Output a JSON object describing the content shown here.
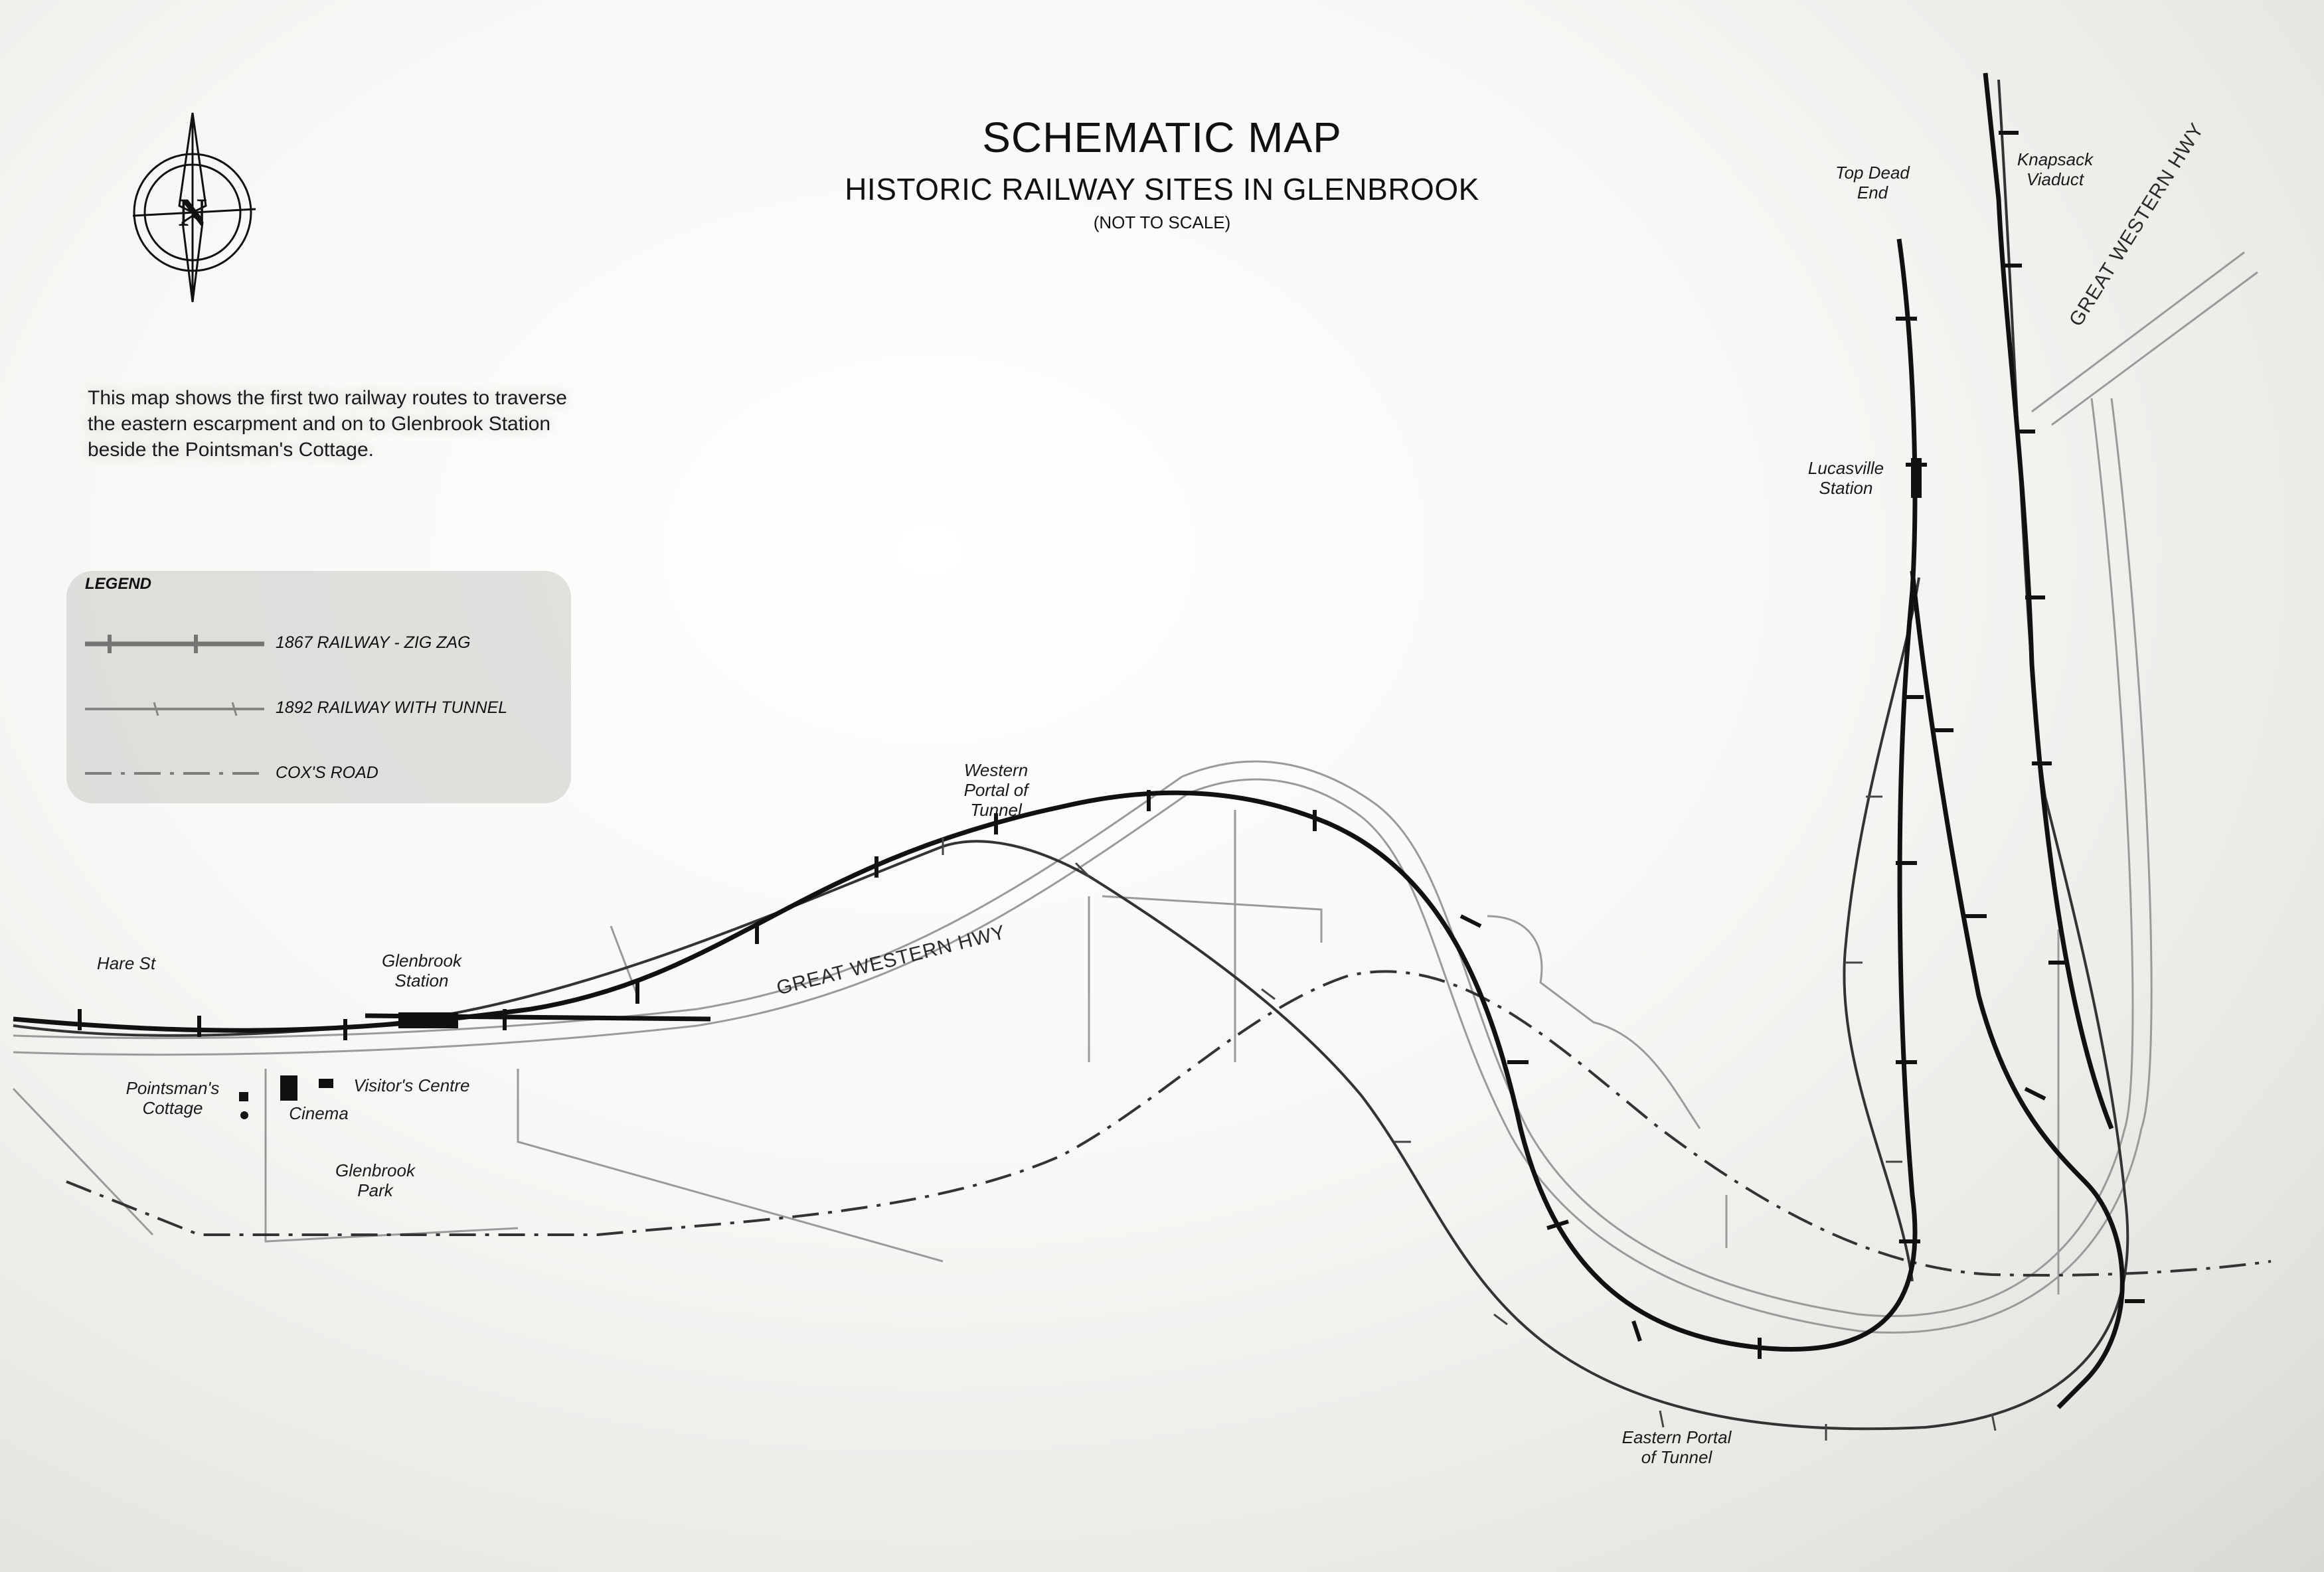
{
  "title": "SCHEMATIC MAP",
  "subtitle": "HISTORIC RAILWAY SITES IN GLENBROOK",
  "scale_note": "(NOT TO SCALE)",
  "compass_letter": "N",
  "description": "This map shows the first two railway routes to traverse the eastern escarpment and on to Glenbrook Station beside the Pointsman's Cottage.",
  "legend": {
    "title": "LEGEND",
    "items": [
      {
        "label": "1867 RAILWAY - ZIG ZAG",
        "style": "solid-heavy-ticks"
      },
      {
        "label": "1892 RAILWAY WITH TUNNEL",
        "style": "solid-light-ticks"
      },
      {
        "label": "COX'S ROAD",
        "style": "dash-dot"
      }
    ]
  },
  "places": {
    "top_dead_end": "Top Dead End",
    "knapsack_viaduct": "Knapsack Viaduct",
    "lucasville_station": "Lucasville Station",
    "western_portal": "Western Portal of Tunnel",
    "eastern_portal": "Eastern Portal of Tunnel",
    "glenbrook_station": "Glenbrook Station",
    "hare_st": "Hare St",
    "pointsmans_cottage": "Pointsman's Cottage",
    "cinema": "Cinema",
    "visitors_centre": "Visitor's Centre",
    "glenbrook_park": "Glenbrook Park"
  },
  "roads": {
    "great_western_hwy_center": "GREAT WESTERN HWY",
    "great_western_hwy_east": "GREAT WESTERN HWY"
  },
  "colors": {
    "ink": "#111111",
    "road": "#9a9a9a",
    "paper": "#f4f4f2",
    "legend_bg": "#c8c8c4"
  }
}
